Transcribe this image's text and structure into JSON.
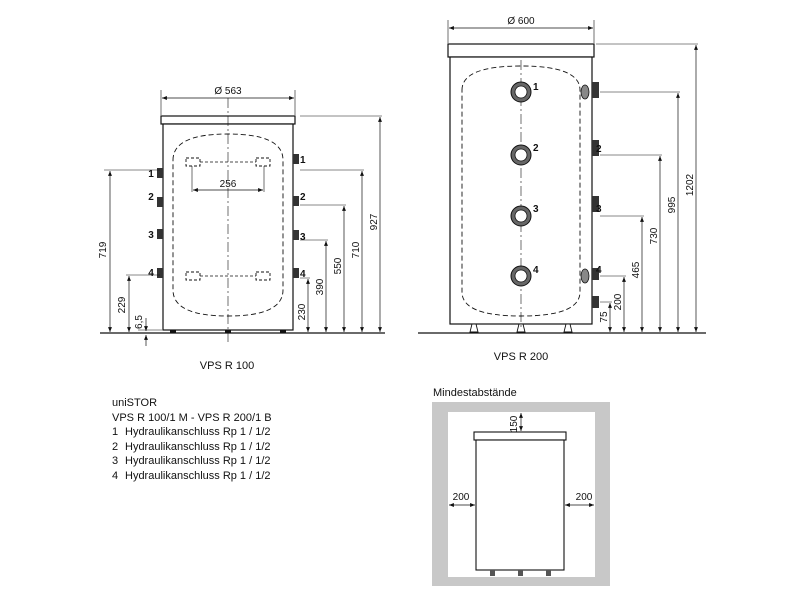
{
  "tank_small": {
    "caption": "VPS R 100",
    "diameter": "Ø 563",
    "coil_width": "256",
    "heights": [
      "719",
      "229",
      "6,5",
      "230",
      "390",
      "550",
      "710",
      "927"
    ],
    "ports": [
      "1",
      "2",
      "3",
      "4"
    ]
  },
  "tank_large": {
    "caption": "VPS R 200",
    "diameter": "Ø 600",
    "heights": [
      "75",
      "200",
      "465",
      "730",
      "995",
      "1202"
    ],
    "ports": [
      "1",
      "2",
      "3",
      "4"
    ]
  },
  "clearance": {
    "title": "Mindestabstände",
    "top": "150",
    "left": "200",
    "right": "200"
  },
  "legend": {
    "product": "uniSTOR",
    "models": "VPS R 100/1 M - VPS R 200/1 B",
    "items": [
      {
        "num": "1",
        "text": "Hydraulikanschluss Rp 1 / 1/2"
      },
      {
        "num": "2",
        "text": "Hydraulikanschluss Rp 1 / 1/2"
      },
      {
        "num": "3",
        "text": "Hydraulikanschluss Rp 1 / 1/2"
      },
      {
        "num": "4",
        "text": "Hydraulikanschluss Rp 1 / 1/2"
      }
    ]
  }
}
